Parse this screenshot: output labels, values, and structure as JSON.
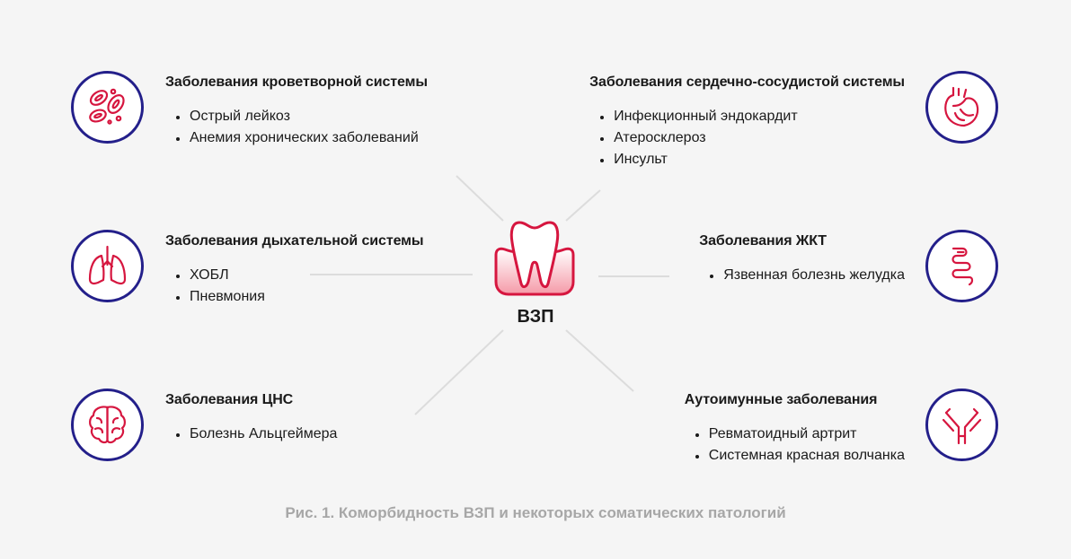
{
  "center": {
    "label": "ВЗП"
  },
  "groups": [
    {
      "title": "Заболевания кроветворной системы",
      "items": [
        "Острый лейкоз",
        "Анемия хронических заболеваний"
      ],
      "icon": "blood-cells-icon"
    },
    {
      "title": "Заболевания сердечно-сосудистой системы",
      "items": [
        "Инфекционный эндокардит",
        "Атеросклероз",
        "Инсульт"
      ],
      "icon": "heart-icon"
    },
    {
      "title": "Заболевания дыхательной системы",
      "items": [
        "ХОБЛ",
        "Пневмония"
      ],
      "icon": "lungs-icon"
    },
    {
      "title": "Заболевания ЖКТ",
      "items": [
        "Язвенная болезнь желудка"
      ],
      "icon": "intestine-icon"
    },
    {
      "title": "Заболевания ЦНС",
      "items": [
        "Болезнь Альцгеймера"
      ],
      "icon": "brain-icon"
    },
    {
      "title": "Аутоимунные заболевания",
      "items": [
        "Ревматоидный артрит",
        "Системная красная волчанка"
      ],
      "icon": "antibody-icon"
    }
  ],
  "caption": "Рис. 1. Коморбидность ВЗП и некоторых соматических патологий",
  "colors": {
    "ring": "#231f8a",
    "icon": "#d6163f",
    "connector": "#d9d9d9",
    "caption": "#a7a7a7"
  }
}
